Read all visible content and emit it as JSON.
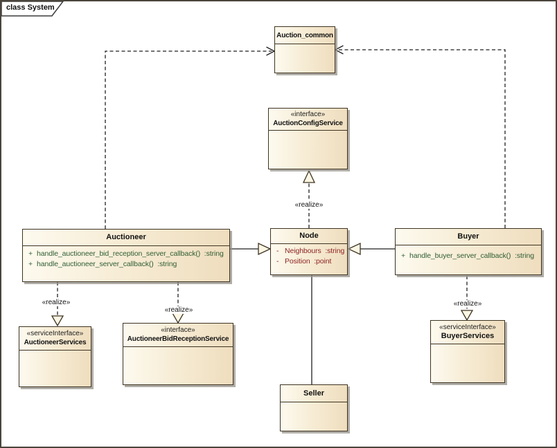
{
  "frame": {
    "title": "class System"
  },
  "labels": {
    "realize": "«realize»"
  },
  "classes": {
    "auction_common": {
      "name": "Auction_common"
    },
    "auction_config_service": {
      "stereotype": "«interface»",
      "name": "AuctionConfigService"
    },
    "auctioneer": {
      "name": "Auctioneer",
      "methods": [
        {
          "vis": "+",
          "sig": "handle_auctioneer_bid_reception_server_callback()  :string"
        },
        {
          "vis": "+",
          "sig": "handle_auctioneer_server_callback()  :string"
        }
      ]
    },
    "node": {
      "name": "Node",
      "attributes": [
        {
          "vis": "-",
          "sig": "Neighbours  :string"
        },
        {
          "vis": "-",
          "sig": "Position  :point"
        }
      ]
    },
    "buyer": {
      "name": "Buyer",
      "methods": [
        {
          "vis": "+",
          "sig": "handle_buyer_server_callback()  :string"
        }
      ]
    },
    "auctioneer_services": {
      "stereotype": "«serviceInterface»",
      "name": "AuctioneerServices"
    },
    "auctioneer_bid_reception_service": {
      "stereotype": "«interface»",
      "name": "AuctioneerBidReceptionService"
    },
    "buyer_services": {
      "stereotype": "«serviceInterface»",
      "name": "BuyerServices"
    },
    "seller": {
      "name": "Seller"
    }
  },
  "colors": {
    "box_fill_light": "#FDFAEF",
    "box_fill_dark": "#EFDDBE",
    "box_border": "#3D3322",
    "attribute_text": "#8E2323",
    "method_text": "#2F5D33",
    "connector": "#1F1F1F",
    "shadow": "#96928A"
  }
}
